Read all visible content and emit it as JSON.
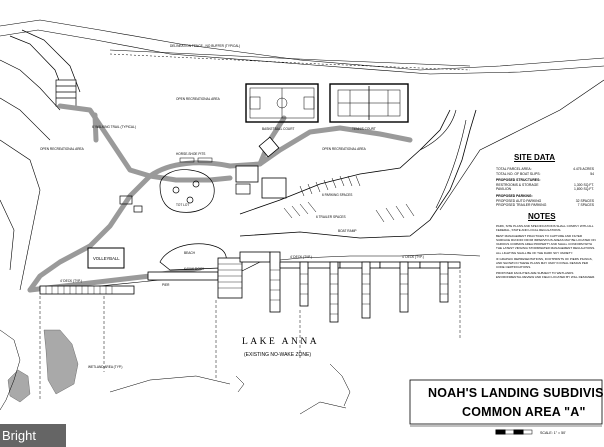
{
  "plan": {
    "title_line1": "NOAH'S LANDING SUBDIVISION",
    "title_line2": "COMMON AREA \"A\"",
    "lake_name": "LAKE ANNA",
    "lake_note": "(EXISTING NO-WAKE ZONE)",
    "scale": "SCALE: 1\" = 50'"
  },
  "labels": {
    "delineation_fence": "DELINEATION FENCE - NO BUFFER (TYPICAL)",
    "basketball_court": "BASKETBALL COURT",
    "tennis_court": "TENNIS COURT",
    "open_rec_area_top": "OPEN RECREATIONAL AREA",
    "open_rec_area_left": "OPEN RECREATIONAL AREA",
    "open_rec_area_right": "OPEN RECREATIONAL AREA",
    "walking_trail": "6' WALKING TRAIL (TYPICAL)",
    "horseshoe_pits": "HORSE-SHOE PITS",
    "tot_lot": "TOT LOT",
    "volleyball": "VOLLEYBALL",
    "beach": "BEACH",
    "pier": "PIER",
    "kayak_dock": "KAYAK DOCK",
    "deck_typ": "4' DECK (TYP.)",
    "deck_a": "4' DECK (TYP.)",
    "deck_b": "4' DECK (TYP.)",
    "wetland_area": "WETLAND AREA (TYP.)",
    "parking_spaces": "6 PARKING SPACES",
    "trailer_spaces": "6 TRAILER SPACES",
    "boat_ramp": "BOAT RAMP"
  },
  "site_data": {
    "title": "SITE DATA",
    "rows": [
      {
        "label": "TOTAL PARCEL AREA:",
        "value": "4.475 ACRES"
      },
      {
        "label": "TOTAL NO. OF BOAT SLIPS:",
        "value": "54"
      }
    ],
    "section": "PROPOSED STRUCTURES:",
    "structures": [
      {
        "label": "RESTROOMS & STORAGE",
        "value": "1,300 SQ.FT."
      },
      {
        "label": "PAVILION",
        "value": "1,800 SQ.FT."
      }
    ],
    "section2": "PROPOSED PARKING:",
    "parking": [
      {
        "label": "PROPOSED AUTO PARKING",
        "value": "32 SPACES"
      },
      {
        "label": "PROPOSED TRAILER PARKING",
        "value": "7 SPACES"
      }
    ]
  },
  "notes": {
    "title": "NOTES",
    "items": [
      "PARK, SITE PLANS AND SPECIFICATIONS SHALL COMPLY WITH ALL FEDERAL, STATE AND LOCAL REGULATIONS.",
      "BEST MANAGEMENT PRACTICES TO CAPTURE AND FILTER SURFACE RUNOFF FROM IMPERVIOUS AREAS MAY BE LOCATED ON VARIOUS COMMON AREA PROPERTY AND SHALL CONFORM WITH THE LATEST VIRGINIA STORMWATER MANAGEMENT REGULATIONS.",
      "ALL LIGHTING SHALL BE OF THE DARK SKY VARIETY.",
      "IF GRAPHIC REPRESENTATIONS, FOOTPRINTS OF PIERS PILINGS, AND SHOWN IN THESE PLANS MAY VARY IN FINAL DESIGN PER CODE CERTIFICATIONS.",
      "PROPOSED FACILITIES ARE SUBJECT TO WETLANDS ENVIRONMENTAL REVIEW AND FIELD LOCATED BY WILL DESIGNER."
    ]
  },
  "watermark": "Bright"
}
